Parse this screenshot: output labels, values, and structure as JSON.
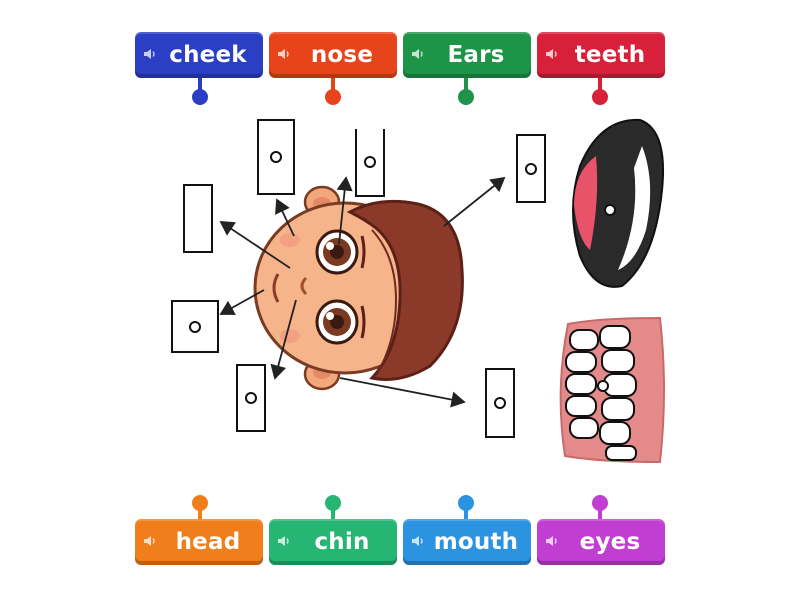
{
  "top_tiles": [
    {
      "label": "cheek",
      "color": "#2a3fc4"
    },
    {
      "label": "nose",
      "color": "#e8441c"
    },
    {
      "label": "Ears",
      "color": "#1e9448"
    },
    {
      "label": "teeth",
      "color": "#d8203a"
    }
  ],
  "bottom_tiles": [
    {
      "label": "head",
      "color": "#f07e1a"
    },
    {
      "label": "chin",
      "color": "#27b574"
    },
    {
      "label": "mouth",
      "color": "#2c93e0"
    },
    {
      "label": "eyes",
      "color": "#c03ed1"
    }
  ],
  "icons": {
    "tile_icon": "speaker-icon"
  }
}
